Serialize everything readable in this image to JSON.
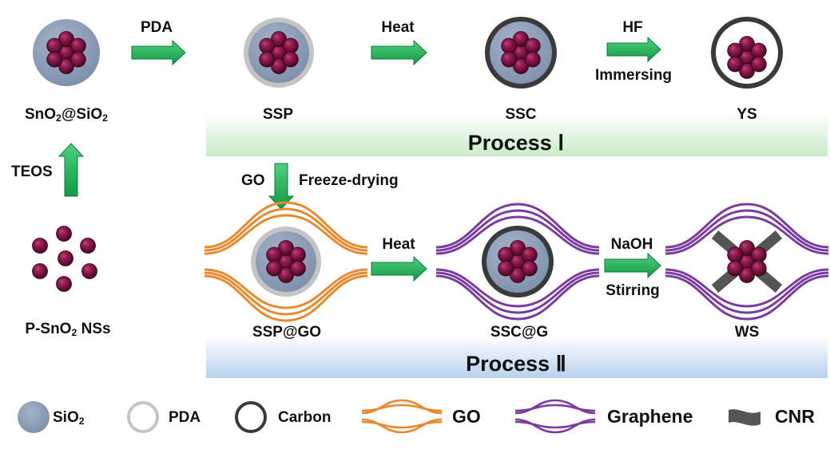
{
  "colors": {
    "silica": "#8a9bb5",
    "pda": "#c4c4c4",
    "carbon": "#3a3a3a",
    "go": "#e8892e",
    "graphene": "#7a3c9e",
    "cnr": "#555555",
    "sno2": "#7a1240",
    "arrow": "#1faa55",
    "band1": "#c8ecc6",
    "band2": "#b7d2ee"
  },
  "labels": {
    "sno2_sio2": {
      "main": "SnO",
      "sub": "2",
      "rest": "@SiO",
      "sub2": "2"
    },
    "psno2": {
      "main": "P-SnO",
      "sub": "2",
      "rest": " NSs"
    },
    "ssp": "SSP",
    "ssc": "SSC",
    "ys": "YS",
    "ssp_go": "SSP@GO",
    "ssc_g": "SSC@G",
    "ws": "WS",
    "process1": "Process Ⅰ",
    "process2": "Process Ⅱ"
  },
  "steps": {
    "teos": "TEOS",
    "pda": "PDA",
    "heat1": "Heat",
    "hf": "HF",
    "immersing": "Immersing",
    "go": "GO",
    "freeze": "Freeze-drying",
    "heat2": "Heat",
    "naoh": "NaOH",
    "stirring": "Stirring"
  },
  "legend": {
    "sio2": {
      "main": "SiO",
      "sub": "2"
    },
    "pda": "PDA",
    "carbon": "Carbon",
    "go": "GO",
    "graphene": "Graphene",
    "cnr": "CNR"
  }
}
